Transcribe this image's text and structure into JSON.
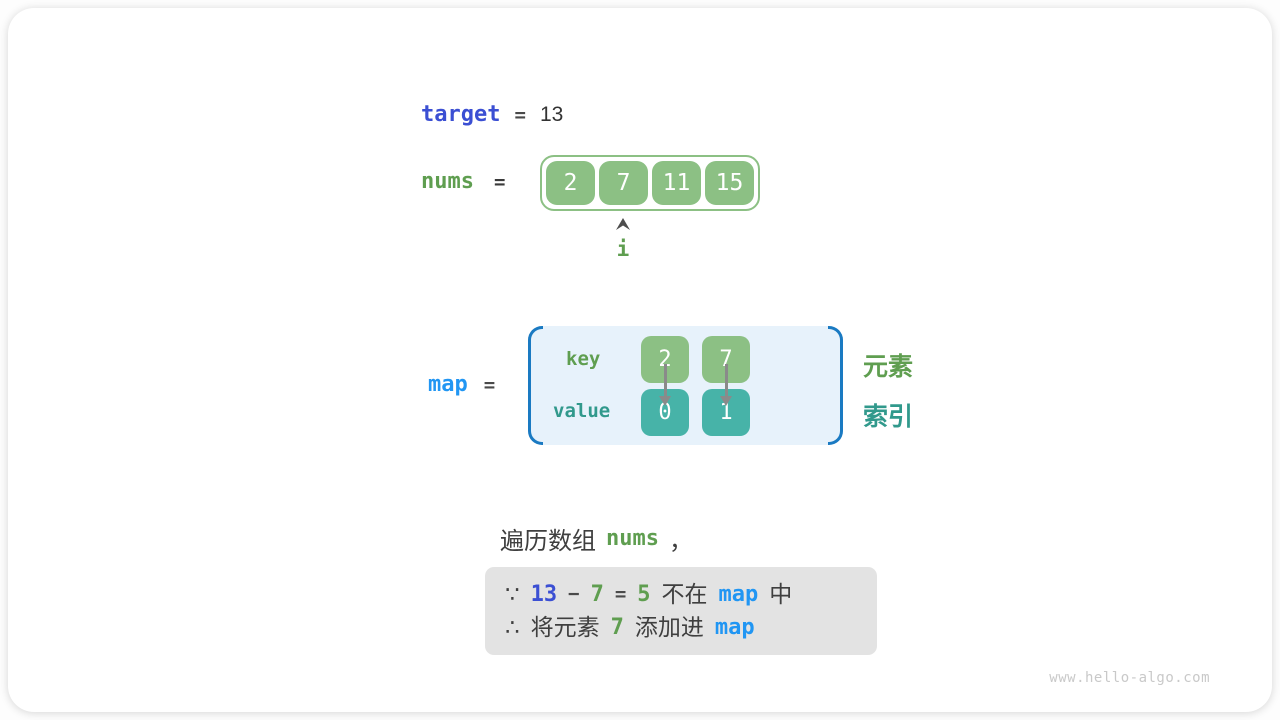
{
  "colors": {
    "keyword_indigo": "#3b4fd3",
    "keyword_blue": "#2196f3",
    "text_green": "#5f9e50",
    "text_teal": "#31998c",
    "box_green": "#8cc084",
    "box_teal": "#47b3a8",
    "map_background": "#e7f2fb",
    "bracket_blue": "#1a7ac2",
    "reason_background": "#e3e3e3",
    "arrow_gray": "#8a8a8a",
    "dark_text": "#3f3f3f"
  },
  "target": {
    "keyword": "target",
    "equals": "=",
    "value": "13"
  },
  "nums": {
    "keyword": "nums",
    "equals": "=",
    "values": [
      "2",
      "7",
      "11",
      "15"
    ],
    "pointer": "i"
  },
  "map": {
    "keyword": "map",
    "equals": "=",
    "key_label": "key",
    "value_label": "value",
    "entries": [
      {
        "key": "2",
        "value": "0"
      },
      {
        "key": "7",
        "value": "1"
      }
    ],
    "element_label": "元素",
    "index_label": "索引"
  },
  "caption": {
    "prefix": "遍历数组",
    "code": "nums",
    "comma": "，"
  },
  "reason": {
    "line1": {
      "sign": "∵",
      "minuend": "13",
      "minus": "−",
      "subtrahend": "7",
      "equals": "=",
      "difference": "5",
      "not_in": "不在",
      "map": "map",
      "suffix": "中"
    },
    "line2": {
      "sign": "∴",
      "text_before": "将元素",
      "element": "7",
      "text_after": "添加进",
      "map": "map"
    }
  },
  "watermark": "www.hello-algo.com"
}
